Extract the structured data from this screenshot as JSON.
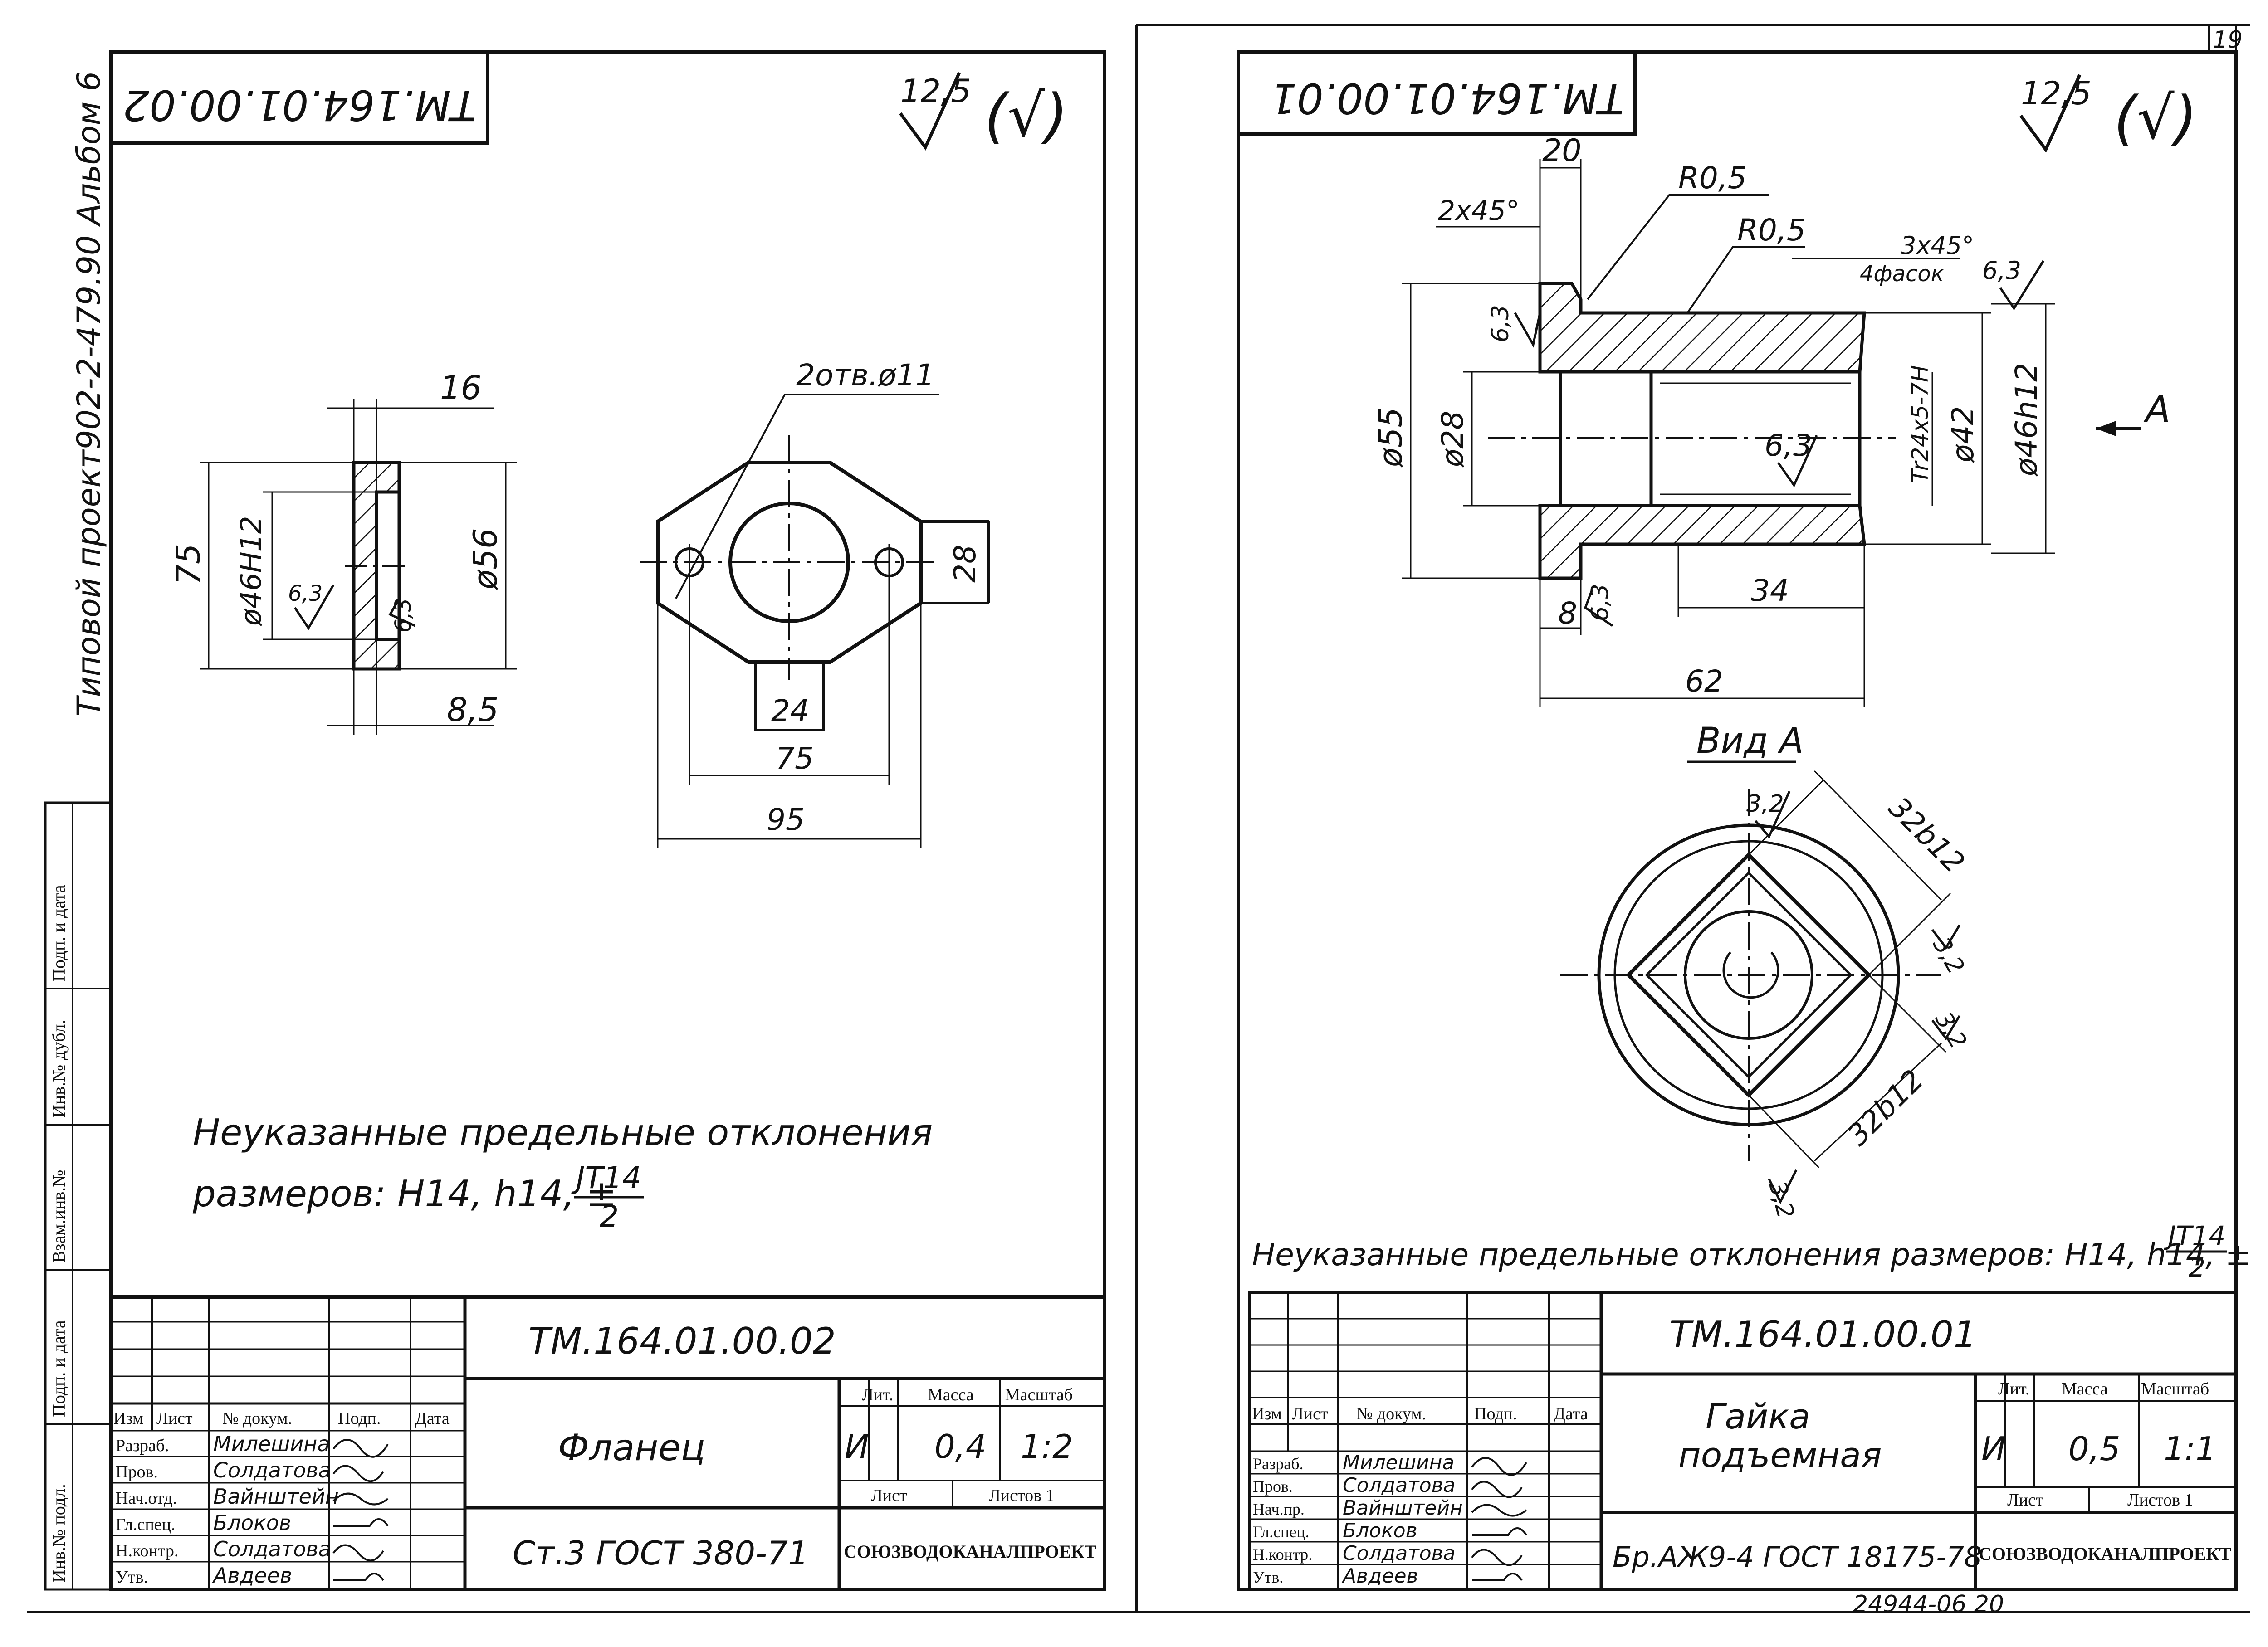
{
  "left_sheet": {
    "doc_number_mirrored": "ТМ.164.01.00.02",
    "roughness_general": "12,5",
    "roughness_paren": "(√)",
    "side_project_note": "Типовой проект902-2-479.90 Альбом 6",
    "side_stamp_cells": [
      "Инв.№ подл.",
      "Подп. и дата",
      "Взам.инв.№",
      "Инв.№ дубл.",
      "Подп. и дата"
    ],
    "dims": {
      "thickness": "16",
      "height": "75",
      "bore": "ø46H12",
      "rough_a": "6,3",
      "rough_b": "6,3",
      "outer_dia": "ø56",
      "step": "8,5",
      "holes": "2отв.ø11",
      "lug_height": "28",
      "lug_width": "24",
      "hole_spacing": "75",
      "overall_width": "95"
    },
    "note_line1": "Неуказанные предельные отклонения",
    "note_line2": "размеров: H14, h14, ±",
    "note_frac_num": "JT14",
    "note_frac_den": "2",
    "title_block": {
      "doc_code": "ТМ.164.01.00.02",
      "name": "Фланец",
      "material": "Ст.3  ГОСТ 380-71",
      "org": "СОЮЗВОДОКАНАЛПРОЕКТ",
      "hdr_lit": "Лит.",
      "hdr_mass": "Масса",
      "hdr_scale": "Масштаб",
      "lit": "И",
      "mass": "0,4",
      "scale": "1:2",
      "sheet_label": "Лист",
      "sheets_label": "Листов 1",
      "col_headers": [
        "Изм",
        "Лист",
        "№ докум.",
        "Подп.",
        "Дата"
      ],
      "roles": [
        "Разраб.",
        "Пров.",
        "Нач.отд.",
        "Гл.спец.",
        "Н.контр.",
        "Утв."
      ],
      "names": [
        "Милешина",
        "Солдатова",
        "Вайнштейн",
        "Блоков",
        "Солдатова",
        "Авдеев"
      ]
    }
  },
  "right_sheet": {
    "page_number": "19",
    "doc_number_mirrored": "ТМ.164.01.00.01",
    "roughness_general": "12,5",
    "roughness_paren": "(√)",
    "dims": {
      "flange_len": "20",
      "r1": "R0,5",
      "r2": "R0,5",
      "chamfer_left": "2х45°",
      "chamfer_right": "3х45°",
      "chamfer_note": "4фасок",
      "rough_top": "6,3",
      "rough_left": "6,3",
      "dia_outer": "ø55",
      "dia_bore": "ø28",
      "thread": "Tr24х5-7H",
      "dia_inner": "ø42",
      "dia_body": "ø46h12",
      "rough_inner": "6,3",
      "view_arrow": "А",
      "flange_thick": "8",
      "rough_bottom": "6,3",
      "thread_len": "34",
      "overall_len": "62"
    },
    "view_title": "Вид А",
    "view_dims": {
      "square_top": "32b12",
      "square_bottom": "32b12",
      "r_a": "3,2",
      "r_b": "3,2",
      "r_c": "3,2",
      "r_d": "3,2"
    },
    "note_text": "Неуказанные предельные отклонения размеров: H14, h14, ±",
    "note_frac_num": "JT14",
    "note_frac_den": "2",
    "title_block": {
      "doc_code": "ТМ.164.01.00.01",
      "name_line1": "Гайка",
      "name_line2": "подъемная",
      "material": "Бр.АЖ9-4  ГОСТ 18175-78",
      "org": "СОЮЗВОДОКАНАЛПРОЕКТ",
      "hdr_lit": "Лит.",
      "hdr_mass": "Масса",
      "hdr_scale": "Масштаб",
      "lit": "И",
      "mass": "0,5",
      "scale": "1:1",
      "sheet_label": "Лист",
      "sheets_label": "Листов 1",
      "col_headers": [
        "Изм",
        "Лист",
        "№ докум.",
        "Подп.",
        "Дата"
      ],
      "roles": [
        "Разраб.",
        "Пров.",
        "Нач.пр.",
        "Гл.спец.",
        "Н.контр.",
        "Утв."
      ],
      "names": [
        "Милешина",
        "Солдатова",
        "Вайнштейн",
        "Блоков",
        "Солдатова",
        "Авдеев"
      ]
    },
    "bottom_stamp": "24944-06  20"
  }
}
